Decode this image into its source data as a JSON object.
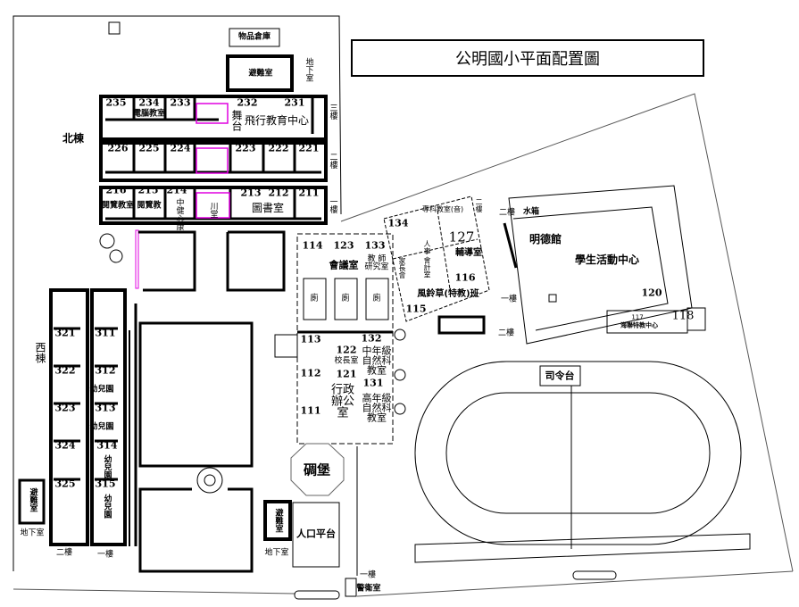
{
  "title": "公明國小平面配置圖",
  "north_wing": {
    "name": "北棟",
    "storage": "物品倉庫",
    "shelter": "避難室",
    "basement": "地下室",
    "floor3": {
      "floor_label": "三樓",
      "rooms": [
        "235",
        "234",
        "233",
        "232",
        "231"
      ],
      "computer_room": "電腦教室",
      "stage": "舞台",
      "flight_center": "飛行教育中心"
    },
    "floor2": {
      "floor_label": "二樓",
      "rooms": [
        "226",
        "225",
        "224",
        "223",
        "222",
        "221"
      ]
    },
    "floor1": {
      "floor_label": "一樓",
      "rooms": [
        "216",
        "215",
        "214",
        "213",
        "212",
        "211"
      ],
      "reading1": "閱覽教室",
      "reading2": "閱覽教",
      "health": "中健心康",
      "hall": "川堂",
      "library": "圖書室"
    }
  },
  "west_wing": {
    "name": "西棟",
    "floor2_rooms": [
      "321",
      "322",
      "323",
      "324",
      "325"
    ],
    "floor1_rooms": [
      "311",
      "312",
      "313",
      "314",
      "315"
    ],
    "kindergarten": "幼兒園",
    "shelter": "避難室",
    "basement": "地下室",
    "floor2_label": "二樓",
    "floor1_label": "一樓"
  },
  "central": {
    "rooms": [
      "114",
      "123",
      "133",
      "113",
      "122",
      "132",
      "112",
      "121",
      "131",
      "111"
    ],
    "meeting": "會議室",
    "teacher_lab": "教 師 研究室",
    "restroom": "廁",
    "principal": "校長室",
    "mid_science": "中年級 自然科 教室",
    "admin": "行政 辦公室",
    "high_science": "高年級 自然科 教室",
    "bunker": "碉堡",
    "entrance": "人口平台",
    "shelter": "避難室",
    "basement": "地下室",
    "guard": "警衛室",
    "floor1_label": "一樓"
  },
  "annex": {
    "rooms": [
      "134",
      "127",
      "116",
      "115"
    ],
    "music": "專科教室(音)",
    "counseling": "輔導室",
    "special_ed": "風鈴草(特教)班",
    "personnel": "人事 會計室",
    "parents": "家長會",
    "floor_label": "二樓"
  },
  "activity_center": {
    "water_tank": "水箱",
    "hall": "明德館",
    "name": "學生活動中心",
    "room_120": "120",
    "room_117": "117",
    "special_center": "海聯特教中心",
    "room_118": "118",
    "floor1_label": "一樓",
    "floor2_label": "二樓"
  },
  "field": {
    "podium": "司令台"
  }
}
